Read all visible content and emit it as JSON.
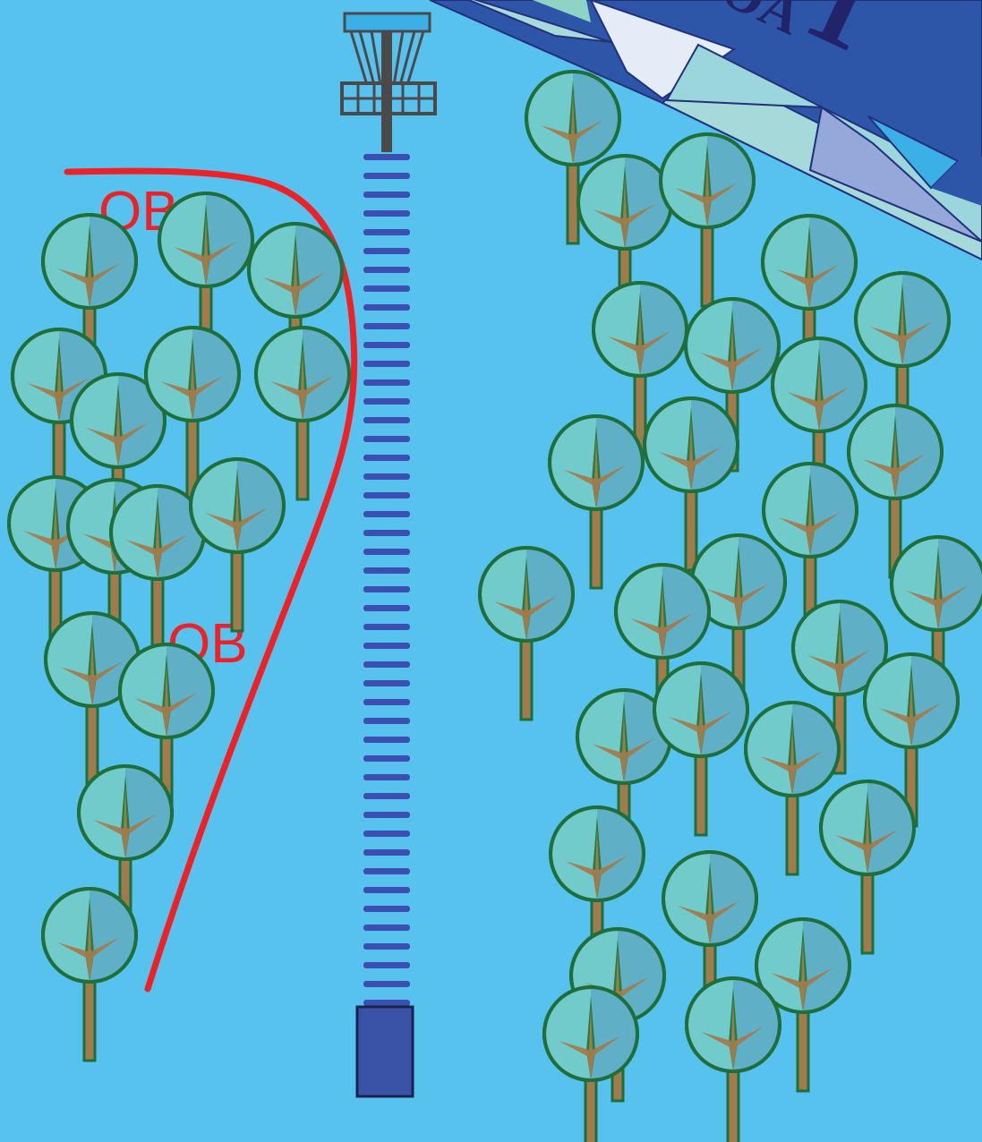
{
  "hole": {
    "number": "1",
    "banner_partial_text": "OA"
  },
  "ob_zone": {
    "labels": [
      "OB",
      "OB"
    ],
    "line_color": "#ee2127"
  },
  "colors": {
    "background": "#58c2ef",
    "fairway": "#3b4fb0",
    "tee_pad": "#3a53a6",
    "basket": "#4a4a4a",
    "tree_canopy_light": "#72cbcb",
    "tree_canopy_dark": "#5fb0c6",
    "tree_outline": "#1f6f3a",
    "tree_trunk": "#a27b4d",
    "tree_branch_dark": "#2a7a3c"
  },
  "elements": {
    "basket_icon": "disc-golf-basket-icon",
    "tee_icon": "tee-pad-icon",
    "tree_icon": "tree-icon"
  }
}
